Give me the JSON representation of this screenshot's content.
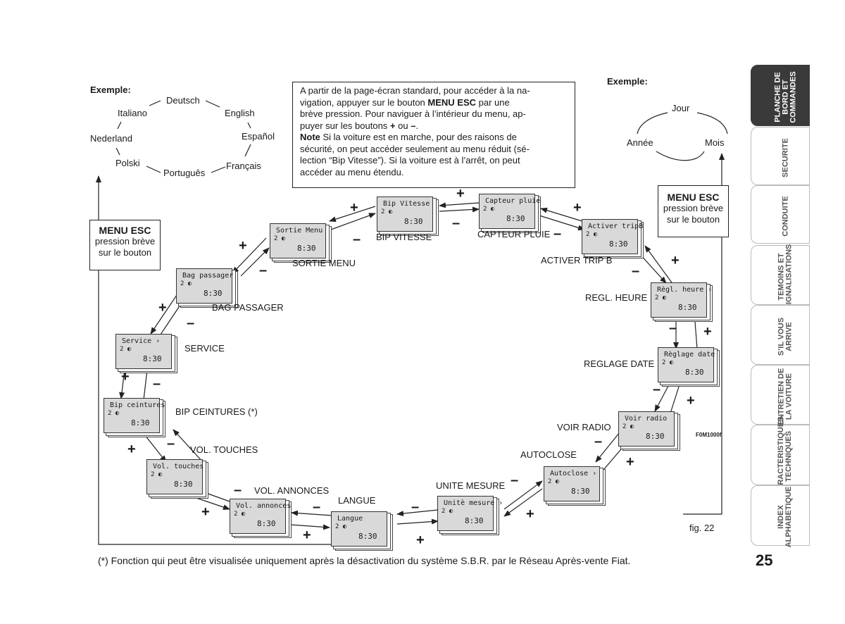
{
  "left_example": {
    "heading": "Exemple:",
    "languages": [
      "Deutsch",
      "English",
      "Español",
      "Français",
      "Português",
      "Polski",
      "Nederland",
      "Italiano"
    ]
  },
  "right_example": {
    "heading": "Exemple:",
    "items": [
      "Jour",
      "Mois",
      "Année"
    ]
  },
  "intro_text": {
    "line1": "A partir de la page-écran standard, pour accéder à la na-",
    "line2_pre": "vigation, appuyer sur le bouton ",
    "line2_bold": "MENU ESC",
    "line2_post": " par une",
    "line3": "brève pression. Pour naviguer à l’intérieur du menu, ap-",
    "line4_pre": "puyer sur les boutons ",
    "line4_plus": "+",
    "line4_mid": " ou ",
    "line4_minus": "–",
    "line4_end": ".",
    "line5_bold": "Note",
    "line5_post": " Si la voiture est en marche, pour des raisons de",
    "line6": "sécurité, on peut accéder seulement au menu réduit (sé-",
    "line7": "lection “Bip Vitesse”). Si la voiture est à l’arrêt, on peut",
    "line8": "accéder au menu étendu."
  },
  "menu_esc_left": {
    "title": "MENU ESC",
    "line1": "pression brève",
    "line2": "sur le bouton"
  },
  "menu_esc_right": {
    "title": "MENU ESC",
    "line1": "pression brève",
    "line2": "sur le bouton"
  },
  "menu_items": [
    {
      "label": "BIP VITESSE",
      "display": "Bip Vitesse",
      "time": "8:30"
    },
    {
      "label": "CAPTEUR PLUIE",
      "display": "Capteur pluie",
      "time": "8:30"
    },
    {
      "label": "ACTIVER TRIP B",
      "display": "Activer tripB",
      "time": "8:30"
    },
    {
      "label": "REGL. HEURE",
      "display": "Règl. heure ›",
      "time": "8:30"
    },
    {
      "label": "REGLAGE DATE",
      "display": "Règlage date",
      "time": "8:30"
    },
    {
      "label": "VOIR RADIO",
      "display": "Voir radio",
      "time": "8:30"
    },
    {
      "label": "AUTOCLOSE",
      "display": "Autoclose ›",
      "time": "8:30"
    },
    {
      "label": "UNITE MESURE",
      "display": "Unitè mesure ›",
      "time": "8:30"
    },
    {
      "label": "LANGUE",
      "display": "Langue",
      "time": "8:30"
    },
    {
      "label": "VOL. ANNONCES",
      "display": "Vol. annonces",
      "time": "8:30"
    },
    {
      "label": "VOL. TOUCHES",
      "display": "Vol. touches",
      "time": "8:30"
    },
    {
      "label": "BIP CEINTURES (*)",
      "display": "Bip ceintures",
      "time": "8:30"
    },
    {
      "label": "SERVICE",
      "display": "Service ›",
      "time": "8:30"
    },
    {
      "label": "BAG PASSAGER",
      "display": "Bag passager",
      "time": "8:30"
    },
    {
      "label": "SORTIE MENU",
      "display": "Sortie Menu",
      "time": "8:30"
    }
  ],
  "lcd_icon": "2 ◐",
  "plus": "+",
  "minus": "–",
  "figure_code": "F0M1000f",
  "fig_label": "fig. 22",
  "footnote": "(*) Fonction qui peut être visualisée uniquement après la désactivation du système S.B.R. par le Réseau Après-vente Fiat.",
  "page_number": "25",
  "side_tabs": [
    {
      "label": "PLANCHE DE\nBORD ET\nCOMMANDES",
      "active": true
    },
    {
      "label": "SECURITE",
      "active": false
    },
    {
      "label": "CONDUITE",
      "active": false
    },
    {
      "label": "TEMOINS ET\nSIGNALISATIONS",
      "active": false
    },
    {
      "label": "S’IL VOUS\nARRIVE",
      "active": false
    },
    {
      "label": "ENTRETIEN DE\nLA VOITURE",
      "active": false
    },
    {
      "label": "CARACTERISTIQUES\nTECHNIQUES",
      "active": false
    },
    {
      "label": "INDEX\nALPHABETIQUE",
      "active": false
    }
  ]
}
